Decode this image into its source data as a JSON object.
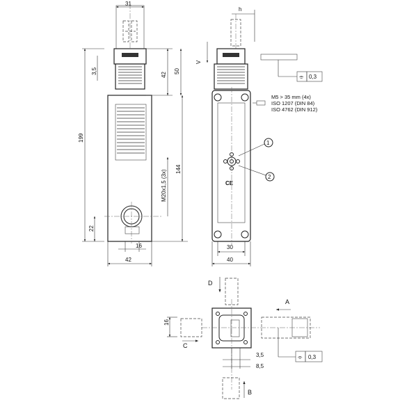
{
  "dims": {
    "top_width": "31",
    "head_len": "42",
    "head_total": "50",
    "step": "3,5",
    "overall": "199",
    "body_len": "144",
    "bottom_offset": "22",
    "thread": "M20x1,5 (3x)",
    "conduit_w": "16",
    "side_width": "42",
    "front_width": "30",
    "front_total": "40",
    "gap_h": "h",
    "v_label": "V",
    "tol_top": "0,3",
    "screw_note_1": "M5 > 35 mm (4x)",
    "screw_note_2": "ISO 1207 (DIN 84)",
    "screw_note_3": "ISO 4762 (DIN 912)",
    "callout_1": "1",
    "callout_2": "2",
    "ce_mark": "CE",
    "bv_16": "16",
    "bv_35": "3,5",
    "bv_85": "8,5",
    "tol_bottom": "0,3",
    "dir_a": "A",
    "dir_b": "B",
    "dir_c": "C",
    "dir_d": "D"
  }
}
